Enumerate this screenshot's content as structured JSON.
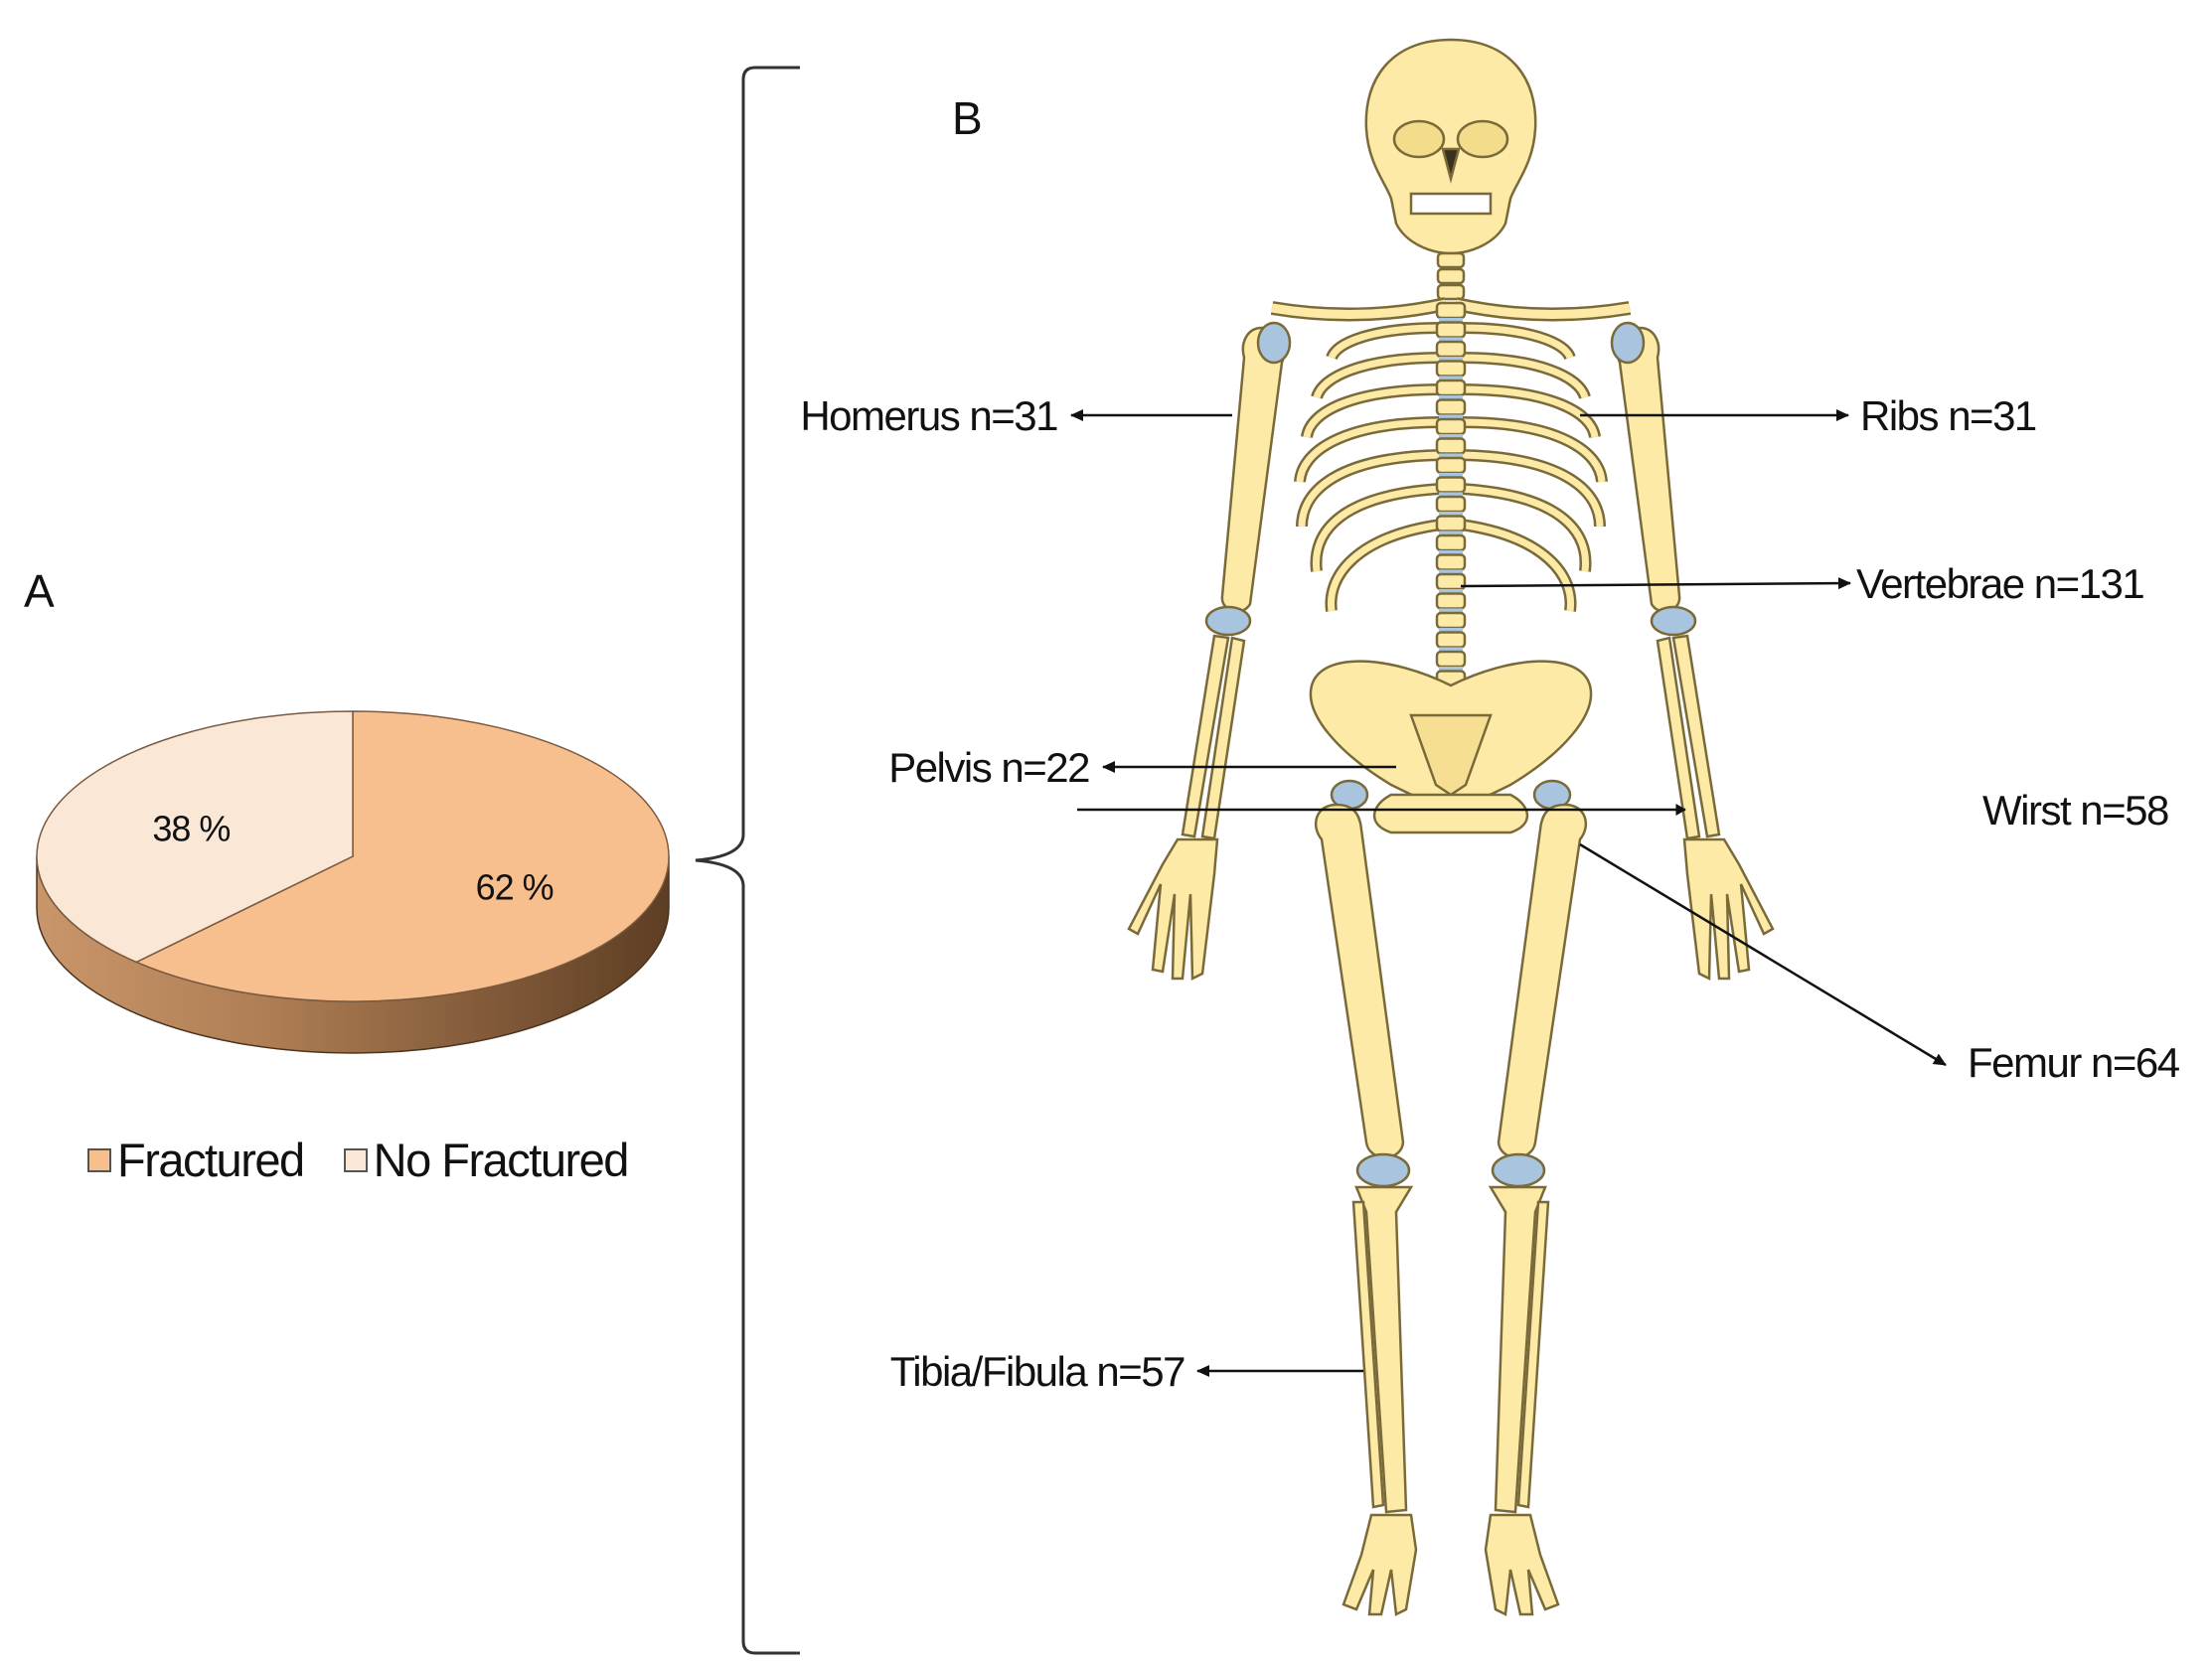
{
  "panels": {
    "a": "A",
    "b": "B"
  },
  "chart_data": {
    "type": "pie",
    "title": "",
    "categories": [
      "Fractured",
      "No Fractured"
    ],
    "values": [
      62,
      38
    ],
    "labels": [
      "62 %",
      "38 %"
    ],
    "colors": [
      "#F7BE8E",
      "#FBE7D6"
    ],
    "legend_placement": "bottom"
  },
  "legend": [
    {
      "label": "Fractured",
      "color": "#F7BE8E"
    },
    {
      "label": "No Fractured",
      "color": "#FBE7D6"
    }
  ],
  "fracture_sites": [
    {
      "label": "Homerus n=31",
      "site": "Homerus",
      "n": 31
    },
    {
      "label": "Ribs n=31",
      "site": "Ribs",
      "n": 31
    },
    {
      "label": "Vertebrae n=131",
      "site": "Vertebrae",
      "n": 131
    },
    {
      "label": "Pelvis n=22",
      "site": "Pelvis",
      "n": 22
    },
    {
      "label": "Wirst n=58",
      "site": "Wirst",
      "n": 58
    },
    {
      "label": "Femur n=64",
      "site": "Femur",
      "n": 64
    },
    {
      "label": "Tibia/Fibula n=57",
      "site": "Tibia/Fibula",
      "n": 57
    }
  ],
  "colors": {
    "bone": "#FCEAA6",
    "bone_stroke": "#7A6A3A",
    "cartilage": "#A9C4DE",
    "pie_side_dark": "#6E4A2C",
    "pie_side_light": "#C9966A"
  }
}
